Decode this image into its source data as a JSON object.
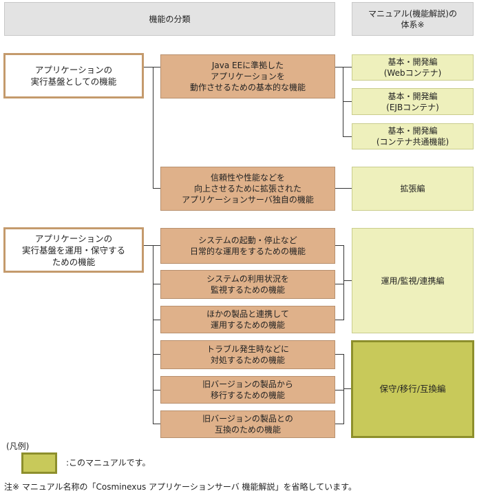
{
  "headers": {
    "classification": "機能の分類",
    "manual_system": "マニュアル(機能解説)の\n体系※"
  },
  "categories": [
    "アプリケーションの\n実行基盤としての機能",
    "アプリケーションの\n実行基盤を運用・保守する\nための機能"
  ],
  "functions": [
    "Java EEに準拠した\nアプリケーションを\n動作させるための基本的な機能",
    "信頼性や性能などを\n向上させるために拡張された\nアプリケーションサーバ独自の機能",
    "システムの起動・停止など\n日常的な運用をするための機能",
    "システムの利用状況を\n監視するための機能",
    "ほかの製品と連携して\n運用するための機能",
    "トラブル発生時などに\n対処するための機能",
    "旧バージョンの製品から\n移行するための機能",
    "旧バージョンの製品との\n互換のための機能"
  ],
  "manuals": [
    "基本・開発編\n(Webコンテナ)",
    "基本・開発編\n(EJBコンテナ)",
    "基本・開発編\n(コンテナ共通機能)",
    "拡張編",
    "運用/監視/連携編",
    "保守/移行/互換編"
  ],
  "legend": {
    "title": "(凡例)",
    "description": ":このマニュアルです。"
  },
  "footnote": "注※ マニュアル名称の「Cosminexus アプリケーションサーバ 機能解説」を省略しています。"
}
